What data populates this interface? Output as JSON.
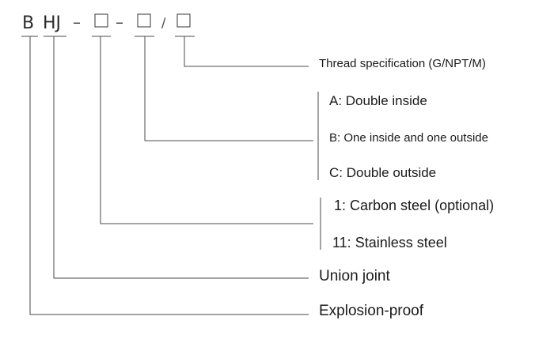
{
  "code": {
    "prefix1": "B",
    "prefix2": "HJ",
    "dash1": "–",
    "dash2": "–",
    "slash": "/"
  },
  "labels": {
    "thread": "Thread specification (G/NPT/M)",
    "a": "A: Double inside",
    "b": "B: One inside and one outside",
    "c": "C: Double outside",
    "one": "1: Carbon steel (optional)",
    "eleven": "11: Stainless steel",
    "union": "Union joint",
    "explosion": "Explosion-proof"
  }
}
